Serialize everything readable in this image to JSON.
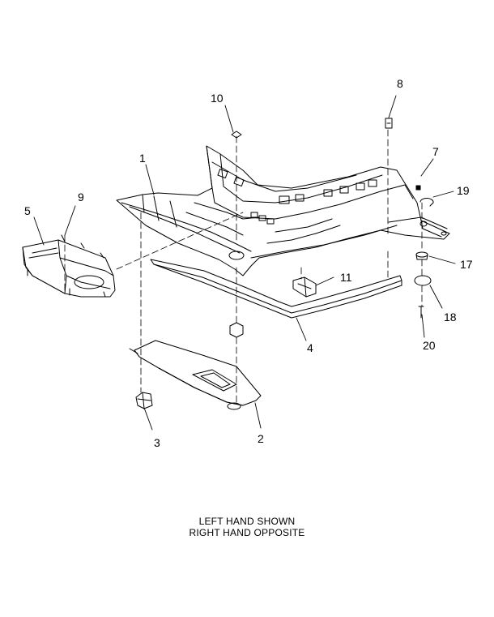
{
  "callouts": {
    "c1": "1",
    "c2": "2",
    "c3": "3",
    "c4": "4",
    "c5": "5",
    "c7": "7",
    "c8": "8",
    "c9": "9",
    "c10": "10",
    "c11": "11",
    "c17": "17",
    "c18": "18",
    "c19": "19",
    "c20": "20"
  },
  "caption": {
    "line1": "LEFT HAND SHOWN",
    "line2": "RIGHT HAND OPPOSITE"
  }
}
